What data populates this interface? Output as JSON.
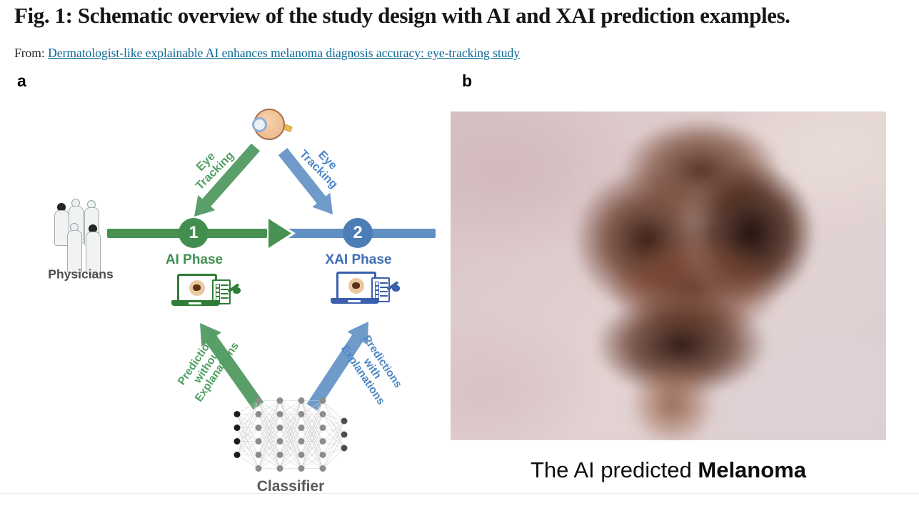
{
  "header": {
    "title": "Fig. 1: Schematic overview of the study design with AI and XAI prediction examples.",
    "from_label": "From: ",
    "article_link": "Dermatologist-like explainable AI enhances melanoma diagnosis accuracy: eye-tracking study"
  },
  "panel_a": {
    "label": "a",
    "physicians_label": "Physicians",
    "phase1": {
      "number": "1",
      "label": "AI Phase"
    },
    "phase2": {
      "number": "2",
      "label": "XAI Phase"
    },
    "eye_tracking_left": {
      "line1": "Eye",
      "line2": "Tracking"
    },
    "eye_tracking_right": {
      "line1": "Eye",
      "line2": "Tracking"
    },
    "predictions_without": {
      "line1": "Predictions",
      "line2": "without",
      "line3": "Explanations"
    },
    "predictions_with": {
      "line1": "Predictions",
      "line2": "with",
      "line3": "Explanations"
    },
    "classifier_label": "Classifier",
    "classifier_layers": [
      4,
      6,
      6,
      6,
      6,
      3
    ]
  },
  "panel_b": {
    "label": "b",
    "caption_regular": "The AI predicted ",
    "caption_bold": "Melanoma"
  },
  "colors": {
    "green_bar": "#479153",
    "green_circle": "#428e4f",
    "green_arrow": "#5a9f69",
    "green_text": "#3f9150",
    "green_label": "#4f9f63",
    "green_laptop": "#2f7d36",
    "blue_bar": "#6190c2",
    "blue_circle": "#4d7db6",
    "blue_arrow": "#6f9aca",
    "blue_text": "#3d6db2",
    "blue_label": "#4e87c5",
    "blue_laptop": "#3a5fad",
    "link": "#0b6593",
    "classifier_gray": "#595959"
  }
}
